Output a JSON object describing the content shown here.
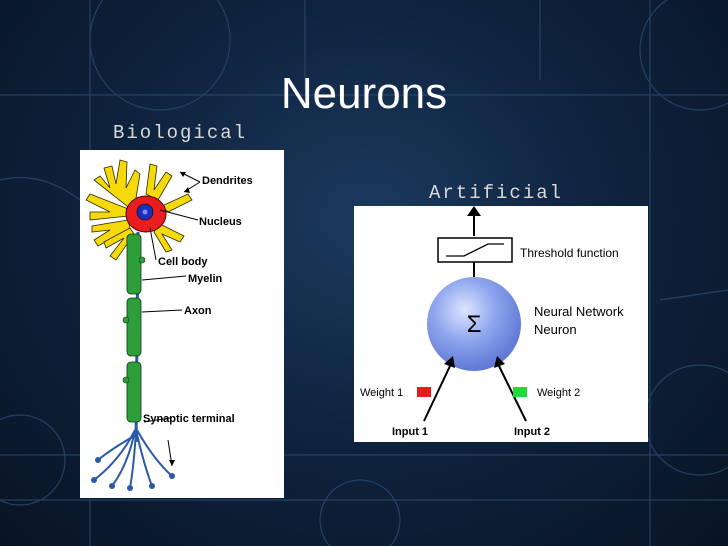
{
  "slide": {
    "title": "Neurons",
    "biological_label": "Biological",
    "artificial_label": "Artificial"
  },
  "biological_diagram": {
    "labels": {
      "dendrites": "Dendrites",
      "nucleus": "Nucleus",
      "cell_body": "Cell body",
      "myelin": "Myelin",
      "axon": "Axon",
      "synaptic_terminal": "Synaptic terminal"
    },
    "colors": {
      "dendrites": "#f5d90a",
      "cell_body": "#e81e1e",
      "nucleus": "#1a2fb5",
      "myelin": "#2e9e3a",
      "axon": "#2a5aa8"
    }
  },
  "artificial_diagram": {
    "threshold_label": "Threshold function",
    "neuron_label_line1": "Neural Network",
    "neuron_label_line2": "Neuron",
    "sum_symbol": "Σ",
    "weight1_label": "Weight 1",
    "weight2_label": "Weight 2",
    "input1_label": "Input 1",
    "input2_label": "Input 2",
    "colors": {
      "neuron": "#8fa6ee",
      "weight1": "#e41b1b",
      "weight2": "#22d93a"
    }
  },
  "theme": {
    "background": "#0f2440",
    "title_color": "#ffffff"
  }
}
